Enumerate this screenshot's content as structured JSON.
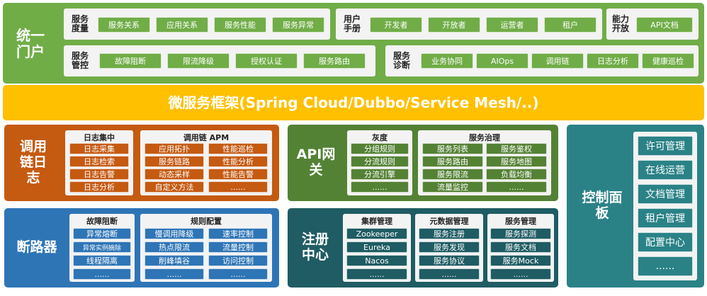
{
  "portal": {
    "title": "统一门户",
    "groups": [
      {
        "label": "服务度量",
        "items": [
          "服务关系",
          "应用关系",
          "服务性能",
          "服务异常"
        ]
      },
      {
        "label": "用户手册",
        "items": [
          "开发者",
          "开放者",
          "运营者",
          "租户"
        ]
      },
      {
        "label": "能力开放",
        "items": [
          "API文档"
        ]
      },
      {
        "label": "服务管控",
        "items": [
          "故障阻断",
          "限流降级",
          "授权认证",
          "服务路由"
        ]
      },
      {
        "label": "服务诊断",
        "items": [
          "业务协同",
          "AIOps",
          "调用链",
          "日志分析",
          "健康巡检"
        ]
      }
    ]
  },
  "framework": {
    "title": "微服务框架(Spring Cloud/Dubbo/Service Mesh/..)"
  },
  "tracing": {
    "title": "调用链日志",
    "log": {
      "header": "日志集中",
      "items": [
        "日志采集",
        "日志检索",
        "日志告警",
        "日志分析"
      ]
    },
    "apm": {
      "header": "调用链 APM",
      "items": [
        "应用拓扑",
        "性能巡检",
        "服务链路",
        "性能分析",
        "动态采样",
        "性能告警",
        "自定义方法",
        "......"
      ]
    }
  },
  "gateway": {
    "title": "API网关",
    "gray": {
      "header": "灰度",
      "items": [
        "分组规则",
        "分流规则",
        "分流引擎",
        "......"
      ]
    },
    "gov": {
      "header": "服务治理",
      "items": [
        "服务列表",
        "服务鉴权",
        "服务路由",
        "服务地图",
        "服务限流",
        "负载均衡",
        "流量监控",
        "......"
      ]
    }
  },
  "breaker": {
    "title": "断路器",
    "fault": {
      "header": "故障阻断",
      "items": [
        "异常熔断",
        "异常实例摘除",
        "线程隔离",
        "......"
      ]
    },
    "rule": {
      "header": "规则配置",
      "items": [
        "慢调用降级",
        "速率控制",
        "热点限流",
        "流量控制",
        "削峰填谷",
        "访问控制",
        "......",
        "......"
      ]
    }
  },
  "registry": {
    "title": "注册中心",
    "cluster": {
      "header": "集群管理",
      "items": [
        "Zookeeper",
        "Eureka",
        "Nacos",
        "......"
      ]
    },
    "meta": {
      "header": "元数据管理",
      "items": [
        "服务注册",
        "服务发现",
        "服务协议",
        "......"
      ]
    },
    "svc": {
      "header": "服务管理",
      "items": [
        "服务探测",
        "服务文档",
        "服务Mock",
        "......"
      ]
    }
  },
  "control": {
    "title": "控制面板",
    "items": [
      "许可管理",
      "在线运营",
      "文档管理",
      "租户管理",
      "配置中心",
      "......"
    ]
  },
  "colors": {
    "portal": "#70ad47",
    "framework": "#ffc000",
    "tracing": "#c55a11",
    "gateway": "#548235",
    "breaker": "#2e75b6",
    "registry": "#1f5c63",
    "control": "#2a8287"
  }
}
